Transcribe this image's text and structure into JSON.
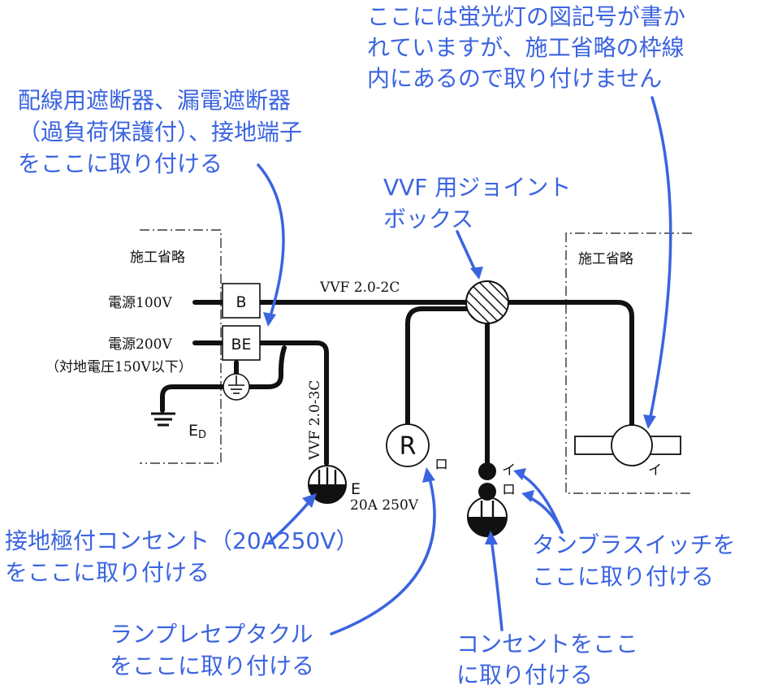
{
  "diagram": {
    "left_area_label": "施工省略",
    "right_area_label": "施工省略",
    "power_100v": "電源100V",
    "power_200v": "電源200V",
    "ground_voltage_note": "（対地電圧150V以下）",
    "breaker_b": "B",
    "breaker_be": "BE",
    "ground_ed_main": "E",
    "ground_ed_sub": "D",
    "cable_top": "VVF 2.0-2C",
    "cable_vertical": "VVF 2.0-3C",
    "outlet_e_mark": "E",
    "outlet_e_rating": "20A 250V",
    "receptacle_r": "R",
    "receptacle_mark": "ロ",
    "switch_mark_i": "イ",
    "switch_mark_ro": "ロ",
    "lamp_mark": "イ"
  },
  "annotations": {
    "breaker_note": [
      "配線用遮断器、漏電遮断器",
      "（過負荷保護付）、接地端子",
      "をここに取り付ける"
    ],
    "fluorescent_note": [
      "ここには蛍光灯の図記号が書か",
      "れていますが、施工省略の枠線",
      "内にあるので取り付けません"
    ],
    "joint_box_note": [
      "VVF 用ジョイント",
      "ボックス"
    ],
    "ground_outlet_note": [
      "接地極付コンセント（20A250V）",
      "をここに取り付ける"
    ],
    "lamp_receptacle_note": [
      "ランプレセプタクル",
      "をここに取り付ける"
    ],
    "tumbler_switch_note": [
      "タンブラスイッチを",
      "ここに取り付ける"
    ],
    "outlet_note": [
      "コンセントをここ",
      "に取り付ける"
    ]
  },
  "colors": {
    "annotation": "#3b64e0",
    "line": "#111111"
  }
}
